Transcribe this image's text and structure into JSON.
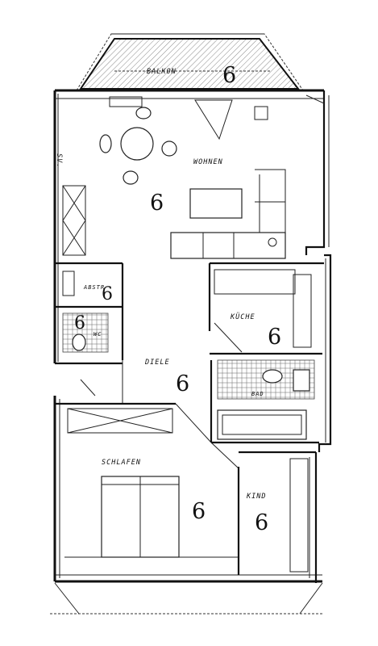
{
  "rooms": {
    "balkon": {
      "label": "BALKON",
      "number": "6"
    },
    "wohnen": {
      "label": "WOHNEN",
      "number": "6"
    },
    "abstell": {
      "label": "ABSTR",
      "number": "6"
    },
    "wc": {
      "label": "WC",
      "number": "6"
    },
    "kueche": {
      "label": "KÜCHE",
      "number": "6"
    },
    "diele": {
      "label": "DIELE",
      "number": "6"
    },
    "bad": {
      "label": "BAD"
    },
    "schlafen": {
      "label": "SCHLAFEN",
      "number": "6"
    },
    "kind": {
      "label": "KIND",
      "number": "6"
    }
  },
  "side_text": {
    "label": "SV."
  }
}
